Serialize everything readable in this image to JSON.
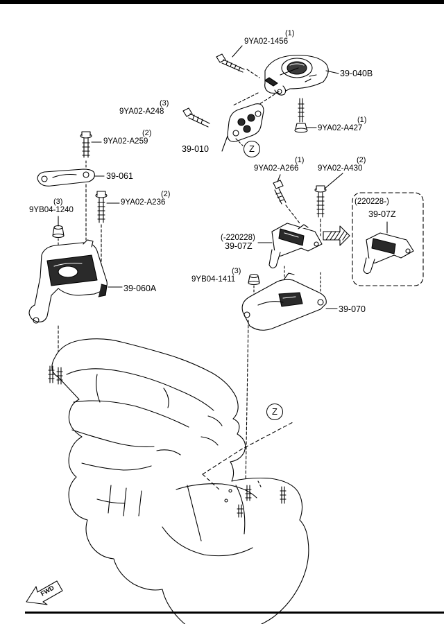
{
  "parts": {
    "p1456": {
      "number": "9YA02-1456",
      "qty": "(1)"
    },
    "p040b": {
      "number": "39-040B"
    },
    "p248": {
      "number": "9YA02-A248",
      "qty": "(3)"
    },
    "p427": {
      "number": "9YA02-A427",
      "qty": "(1)"
    },
    "p010": {
      "number": "39-010"
    },
    "p259": {
      "number": "9YA02-A259",
      "qty": "(2)"
    },
    "p061": {
      "number": "39-061"
    },
    "p266": {
      "number": "9YA02-A266",
      "qty": "(1)"
    },
    "p430": {
      "number": "9YA02-A430",
      "qty": "(2)"
    },
    "p236": {
      "number": "9YA02-A236",
      "qty": "(2)"
    },
    "p1240": {
      "number": "9YB04-1240",
      "qty": "(3)"
    },
    "p07z_old": {
      "number": "39-07Z",
      "date": "(-220228)"
    },
    "p07z_new": {
      "number": "39-07Z",
      "date": "(220228-)"
    },
    "p060a": {
      "number": "39-060A"
    },
    "p1411": {
      "number": "9YB04-1411",
      "qty": "(3)"
    },
    "p070": {
      "number": "39-070"
    }
  },
  "callouts": {
    "z1": "Z",
    "z2": "Z"
  },
  "fwd": "FWD",
  "colors": {
    "line": "#000000",
    "background": "#ffffff",
    "shade": "#2a2a2a"
  }
}
